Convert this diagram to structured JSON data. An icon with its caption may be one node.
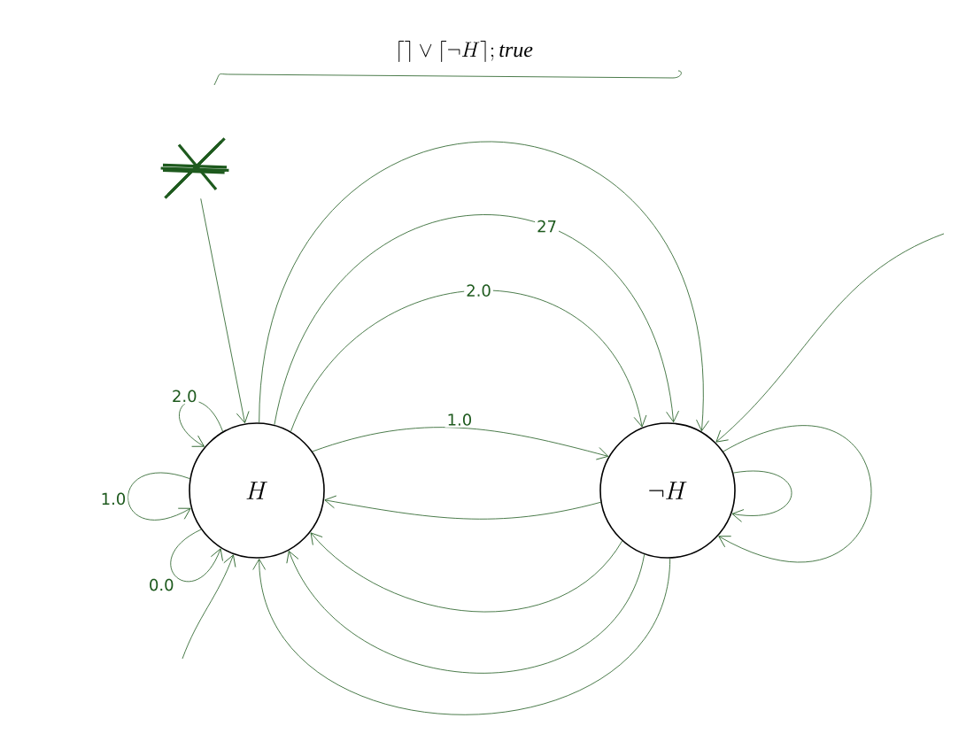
{
  "diagram": {
    "title": "\\lceil\\rceil \\vee \\lceil\\neg H\\rceil \\mathbf{;}\\, \\mathit{true}",
    "nodes": [
      {
        "text": [],
        "shape": "cross"
      },
      {
        "text": [
          "H"
        ]
      },
      {
        "text": [
          "\\neg H"
        ]
      }
    ],
    "edges": [
      {
        "from": 0,
        "to": 1,
        "arrow": "to"
      },
      {
        "from": 1,
        "to": 1,
        "arrow": "to",
        "label": "2.0"
      },
      {
        "from": 1,
        "to": 1,
        "arrow": "to",
        "label": "1.0"
      },
      {
        "from": 1,
        "to": 1,
        "arrow": "to",
        "label": "0.0"
      },
      {
        "from": 1,
        "to": 2,
        "arrow": "to",
        "label": "1.0"
      },
      {
        "from": 1,
        "to": 2,
        "arrow": "to",
        "label": "2.0"
      },
      {
        "from": 1,
        "to": 2,
        "arrow": "to",
        "label": "27"
      },
      {
        "from": 1,
        "to": 2,
        "arrow": "to"
      },
      {
        "from": 2,
        "to": 1,
        "arrow": "to"
      },
      {
        "from": 2,
        "to": 1,
        "arrow": "to"
      },
      {
        "from": 2,
        "to": 1,
        "arrow": "to"
      },
      {
        "from": 2,
        "to": 1,
        "arrow": "to"
      },
      {
        "from": 2,
        "to": 2,
        "arrow": "to"
      },
      {
        "from": 2,
        "to": 2,
        "arrow": "to"
      },
      {
        "from": null,
        "to": 2,
        "arrow": "to"
      },
      {
        "from": null,
        "to": 1,
        "arrow": "to"
      }
    ]
  }
}
